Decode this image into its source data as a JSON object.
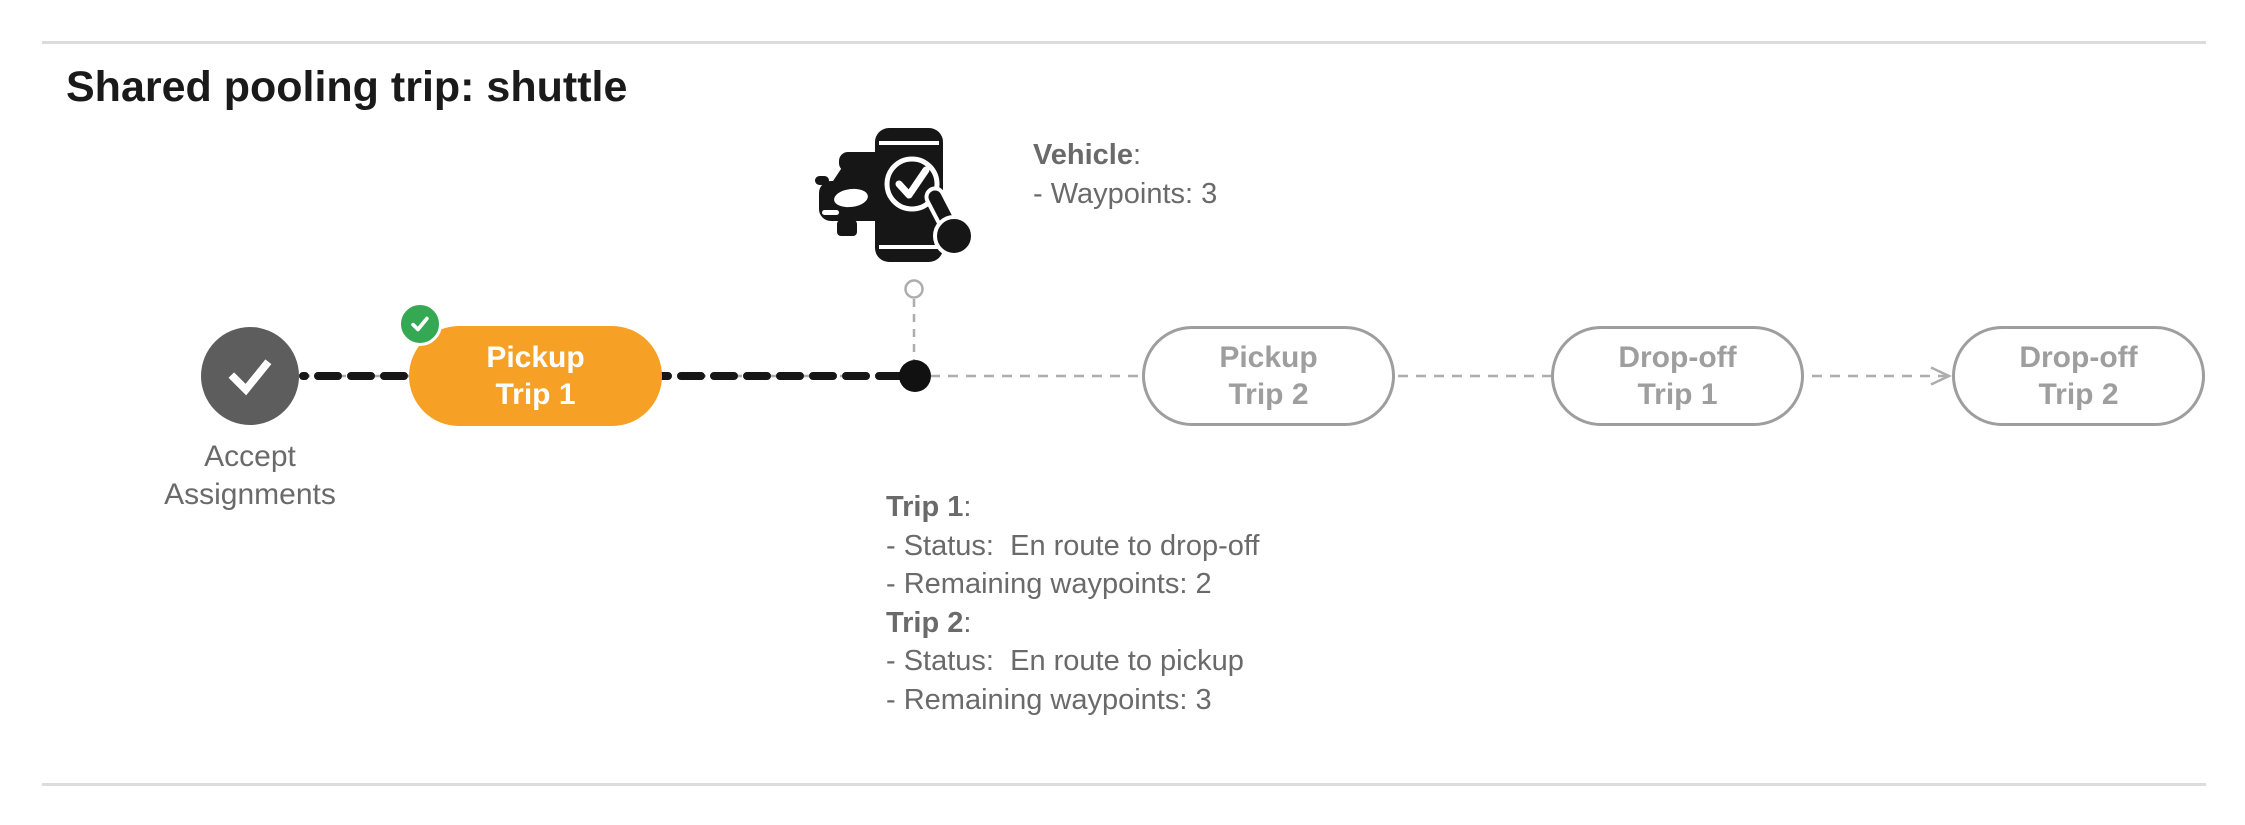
{
  "page": {
    "title": "Shared pooling trip: shuttle"
  },
  "colors": {
    "accent_orange": "#F6A125",
    "success_green": "#34A853",
    "done_circle_gray": "#5D5D5D",
    "pending_pill_gray": "#9E9E9E",
    "body_text_gray": "#6A6A6A",
    "thick_dash_black": "#161616",
    "thin_dash_gray": "#ADADAD",
    "rule_gray": "#DCDCDC"
  },
  "timeline": {
    "accept_node": {
      "label_line1": "Accept",
      "label_line2": "Assignments"
    },
    "pickup_trip_1": {
      "line1": "Pickup",
      "line2": "Trip 1"
    },
    "pickup_trip_2": {
      "line1": "Pickup",
      "line2": "Trip 2"
    },
    "dropoff_trip_1": {
      "line1": "Drop-off",
      "line2": "Trip 1"
    },
    "dropoff_trip_2": {
      "line1": "Drop-off",
      "line2": "Trip 2"
    }
  },
  "vehicle_info": {
    "heading": "Vehicle",
    "suffix": ":",
    "waypoints_line": "- Waypoints: 3"
  },
  "trip_info": {
    "trip1": {
      "heading": "Trip 1",
      "suffix": ":",
      "status_line": "- Status:  En route to drop-off",
      "waypoints_line": "- Remaining waypoints: 2"
    },
    "trip2": {
      "heading": "Trip 2",
      "suffix": ":",
      "status_line": "- Status:  En route to pickup",
      "waypoints_line": "- Remaining waypoints: 3"
    }
  }
}
